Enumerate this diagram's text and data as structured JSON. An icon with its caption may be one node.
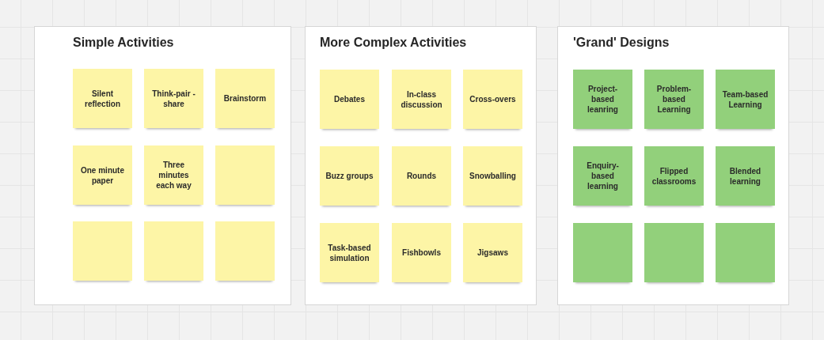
{
  "diagram": {
    "nodes": [
      {
        "text": [
          "Simple Activities"
        ]
      },
      {
        "text": [
          "Silent reflection"
        ],
        "in": 0
      },
      {
        "text": [
          "Think-pair - share"
        ],
        "in": 0
      },
      {
        "text": [
          "Brainstorm"
        ],
        "in": 0
      },
      {
        "text": [
          "One minute paper"
        ],
        "in": 0
      },
      {
        "text": [
          "Three minutes each way"
        ],
        "in": 0
      },
      {
        "text": [],
        "shape": "box",
        "in": 0
      },
      {
        "text": [],
        "shape": "box",
        "in": 0
      },
      {
        "text": [],
        "shape": "box",
        "in": 0
      },
      {
        "text": [],
        "shape": "box",
        "in": 0
      },
      {
        "text": [
          "More Complex Activities"
        ]
      },
      {
        "text": [
          "Debates"
        ],
        "in": 10
      },
      {
        "text": [
          "In-class discussion"
        ],
        "in": 10
      },
      {
        "text": [
          "Cross-overs"
        ],
        "in": 10
      },
      {
        "text": [
          "Buzz groups"
        ],
        "in": 10
      },
      {
        "text": [
          "Rounds"
        ],
        "in": 10
      },
      {
        "text": [
          "Snowballing"
        ],
        "in": 10
      },
      {
        "text": [
          "Task-based simulation"
        ],
        "in": 10
      },
      {
        "text": [
          "Fishbowls"
        ],
        "in": 10
      },
      {
        "text": [
          "Jigsaws"
        ],
        "in": 10
      },
      {
        "text": [
          "'Grand' Designs"
        ]
      },
      {
        "text": [
          "Project-based leanring"
        ],
        "in": 20
      },
      {
        "text": [
          "Problem-based Learning"
        ],
        "in": 20
      },
      {
        "text": [
          "Team-based Learning"
        ],
        "in": 20
      },
      {
        "text": [
          "Enquiry-based learning"
        ],
        "in": 20
      },
      {
        "text": [
          "Flipped classrooms"
        ],
        "in": 20
      },
      {
        "text": [
          "Blended learning"
        ],
        "in": 20
      },
      {
        "text": [],
        "shape": "box",
        "in": 20
      },
      {
        "text": [],
        "shape": "box",
        "in": 20
      },
      {
        "text": [],
        "shape": "box",
        "in": 20
      }
    ]
  }
}
